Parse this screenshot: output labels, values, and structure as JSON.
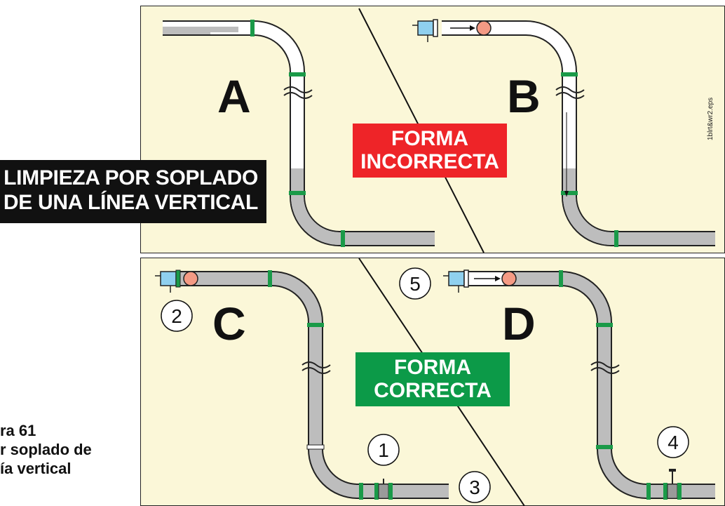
{
  "title": {
    "line1": "LIMPIEZA POR SOPLADO",
    "line2": "DE UNA LÍNEA VERTICAL"
  },
  "caption": {
    "line1": "ra 61",
    "line2": "r soplado de",
    "line3": "ía vertical"
  },
  "panels": {
    "a": "A",
    "b": "B",
    "c": "C",
    "d": "D"
  },
  "tags": {
    "incorrect_line1": "FORMA",
    "incorrect_line2": "INCORRECTA",
    "correct_line1": "FORMA",
    "correct_line2": "CORRECTA"
  },
  "callouts": [
    "1",
    "2",
    "3",
    "4",
    "5"
  ],
  "file_label": "1blrt&wr2.eps",
  "colors": {
    "panel_bg": "#fbf7d8",
    "pipe": "#bdbdbd",
    "joint": "#1a9a48",
    "incorrect": "#ee2428",
    "correct": "#0c9a48",
    "pig": "#f49a84",
    "plug": "#8fd0ef"
  }
}
